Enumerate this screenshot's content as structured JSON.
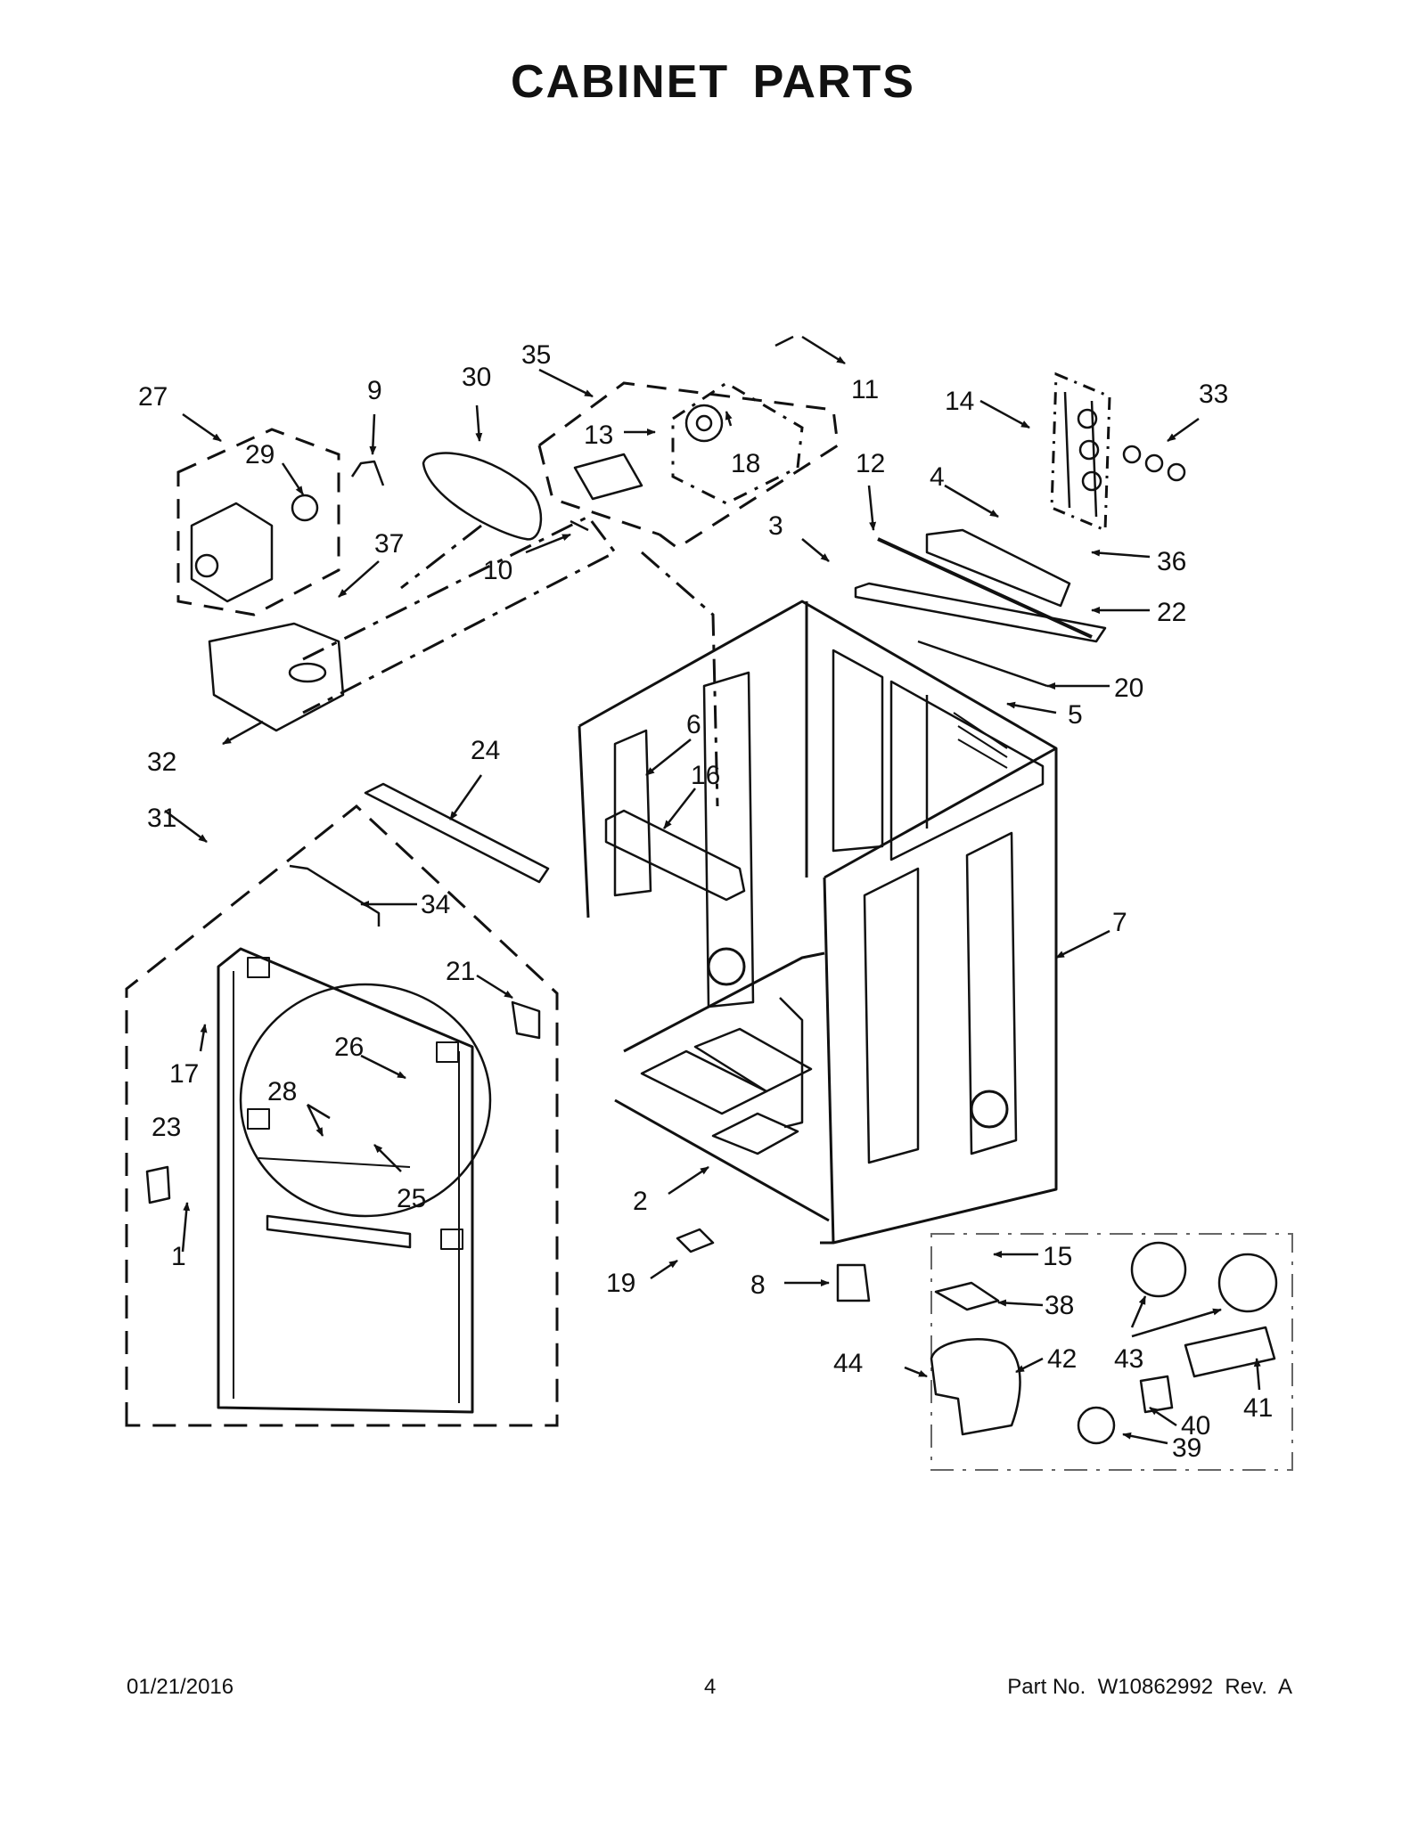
{
  "title": "CABINET PARTS",
  "footer": {
    "date": "01/21/2016",
    "page": "4",
    "part_number": "Part No.  W10862992  Rev.  A"
  },
  "callouts": [
    "1",
    "2",
    "3",
    "4",
    "5",
    "6",
    "7",
    "8",
    "9",
    "10",
    "11",
    "12",
    "13",
    "14",
    "15",
    "16",
    "17",
    "18",
    "19",
    "20",
    "21",
    "22",
    "23",
    "24",
    "25",
    "26",
    "27",
    "28",
    "29",
    "30",
    "31",
    "32",
    "33",
    "34",
    "35",
    "36",
    "37",
    "38",
    "39",
    "40",
    "41",
    "42",
    "43",
    "44"
  ]
}
